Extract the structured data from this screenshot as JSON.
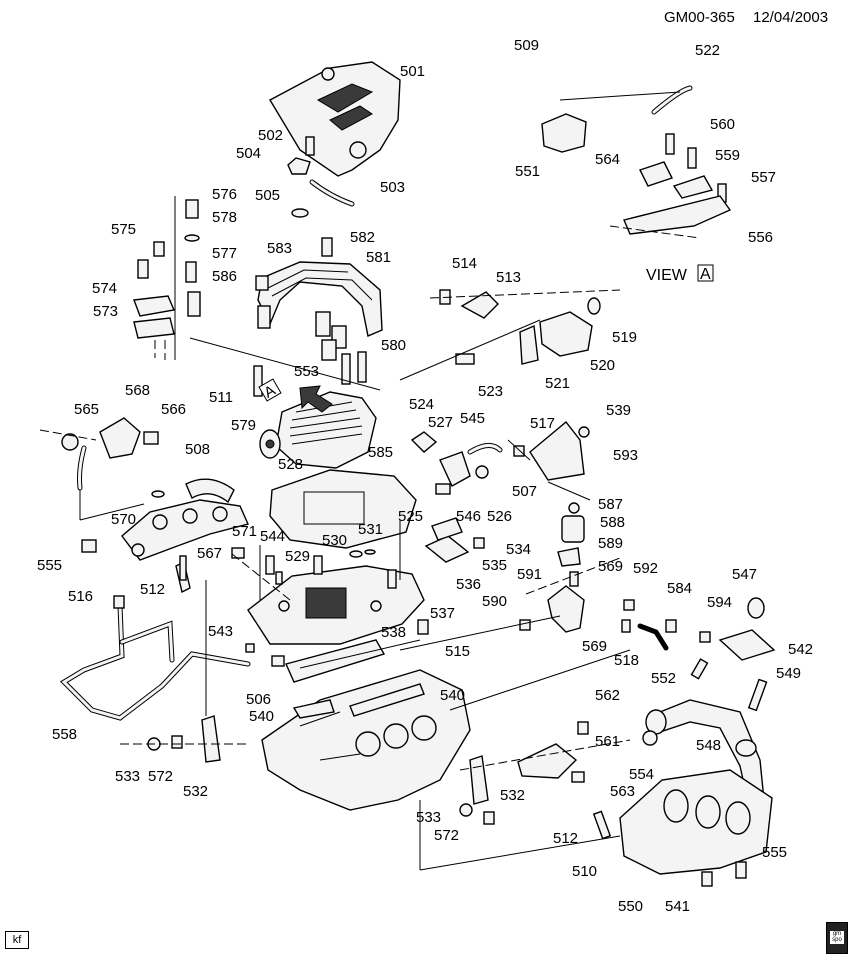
{
  "header": {
    "code": "GM00-365",
    "date": "12/04/2003"
  },
  "view_label": {
    "text": "VIEW",
    "letter": "A"
  },
  "arrow_letter": "A",
  "corner_badge": "kf",
  "logo_text": "gm spo",
  "callouts": [
    "509",
    "501",
    "502",
    "504",
    "503",
    "505",
    "576",
    "578",
    "577",
    "586",
    "575",
    "574",
    "573",
    "583",
    "582",
    "581",
    "514",
    "513",
    "519",
    "520",
    "521",
    "523",
    "553",
    "580",
    "511",
    "579",
    "568",
    "565",
    "566",
    "524",
    "527",
    "545",
    "517",
    "539",
    "593",
    "507",
    "526",
    "546",
    "525",
    "585",
    "528",
    "508",
    "570",
    "567",
    "555",
    "571",
    "544",
    "529",
    "530",
    "531",
    "535",
    "536",
    "534",
    "587",
    "588",
    "589",
    "569",
    "591",
    "590",
    "592",
    "584",
    "594",
    "547",
    "542",
    "537",
    "515",
    "543",
    "506",
    "538",
    "540",
    "540",
    "512",
    "516",
    "558",
    "533",
    "572",
    "532",
    "562",
    "561",
    "563",
    "532",
    "533",
    "572",
    "512",
    "510",
    "550",
    "541",
    "555",
    "549",
    "548",
    "554",
    "552",
    "518",
    "569",
    "551",
    "522",
    "560",
    "564",
    "559",
    "557",
    "556"
  ]
}
